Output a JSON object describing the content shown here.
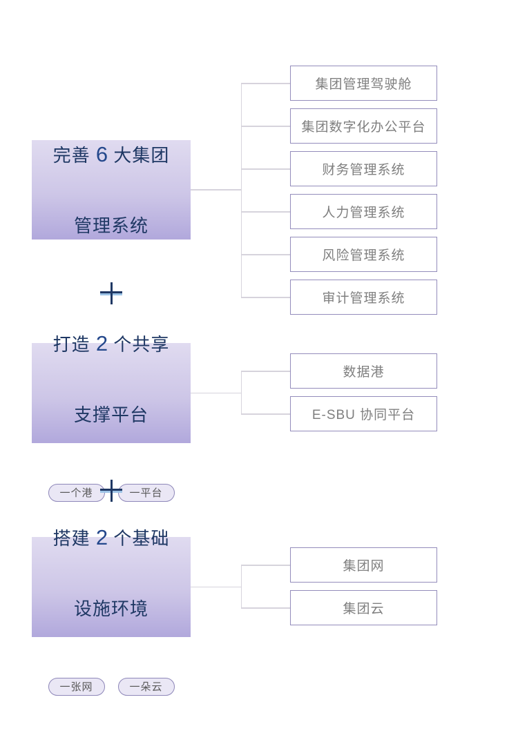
{
  "diagram": {
    "sections": [
      {
        "id": "management-systems",
        "title": {
          "pre": "完善 ",
          "num": "6",
          "post": " 大集团",
          "line2": "管理系统"
        },
        "badges": [],
        "children": [
          {
            "label": "集团管理驾驶舱"
          },
          {
            "label": "集团数字化办公平台"
          },
          {
            "label": "财务管理系统"
          },
          {
            "label": "人力管理系统"
          },
          {
            "label": "风险管理系统"
          },
          {
            "label": "审计管理系统"
          }
        ]
      },
      {
        "id": "shared-support-platforms",
        "title": {
          "pre": "打造 ",
          "num": "2",
          "post": " 个共享",
          "line2": "支撑平台"
        },
        "badges": [
          {
            "label": "一个港"
          },
          {
            "label": "一平台"
          }
        ],
        "children": [
          {
            "label": "数据港"
          },
          {
            "label": "E-SBU 协同平台"
          }
        ]
      },
      {
        "id": "infrastructure-environments",
        "title": {
          "pre": "搭建 ",
          "num": "2",
          "post": " 个基础",
          "line2": "设施环境"
        },
        "badges": [
          {
            "label": "一张网"
          },
          {
            "label": "一朵云"
          }
        ],
        "children": [
          {
            "label": "集团网"
          },
          {
            "label": "集团云"
          }
        ]
      }
    ],
    "colors": {
      "title_text": "#1f3864",
      "number_text": "#24488c",
      "child_box_border": "#938cbb",
      "child_box_text": "#7f7f7f",
      "badge_border": "#8d86b8",
      "badge_text": "#595959",
      "connector_line": "#d6d3dc",
      "gradient_top": "#e0dbf0",
      "gradient_bottom": "#b1a8dc",
      "plus_dark": "#1f3864",
      "plus_light": "#9dc3e6"
    }
  }
}
